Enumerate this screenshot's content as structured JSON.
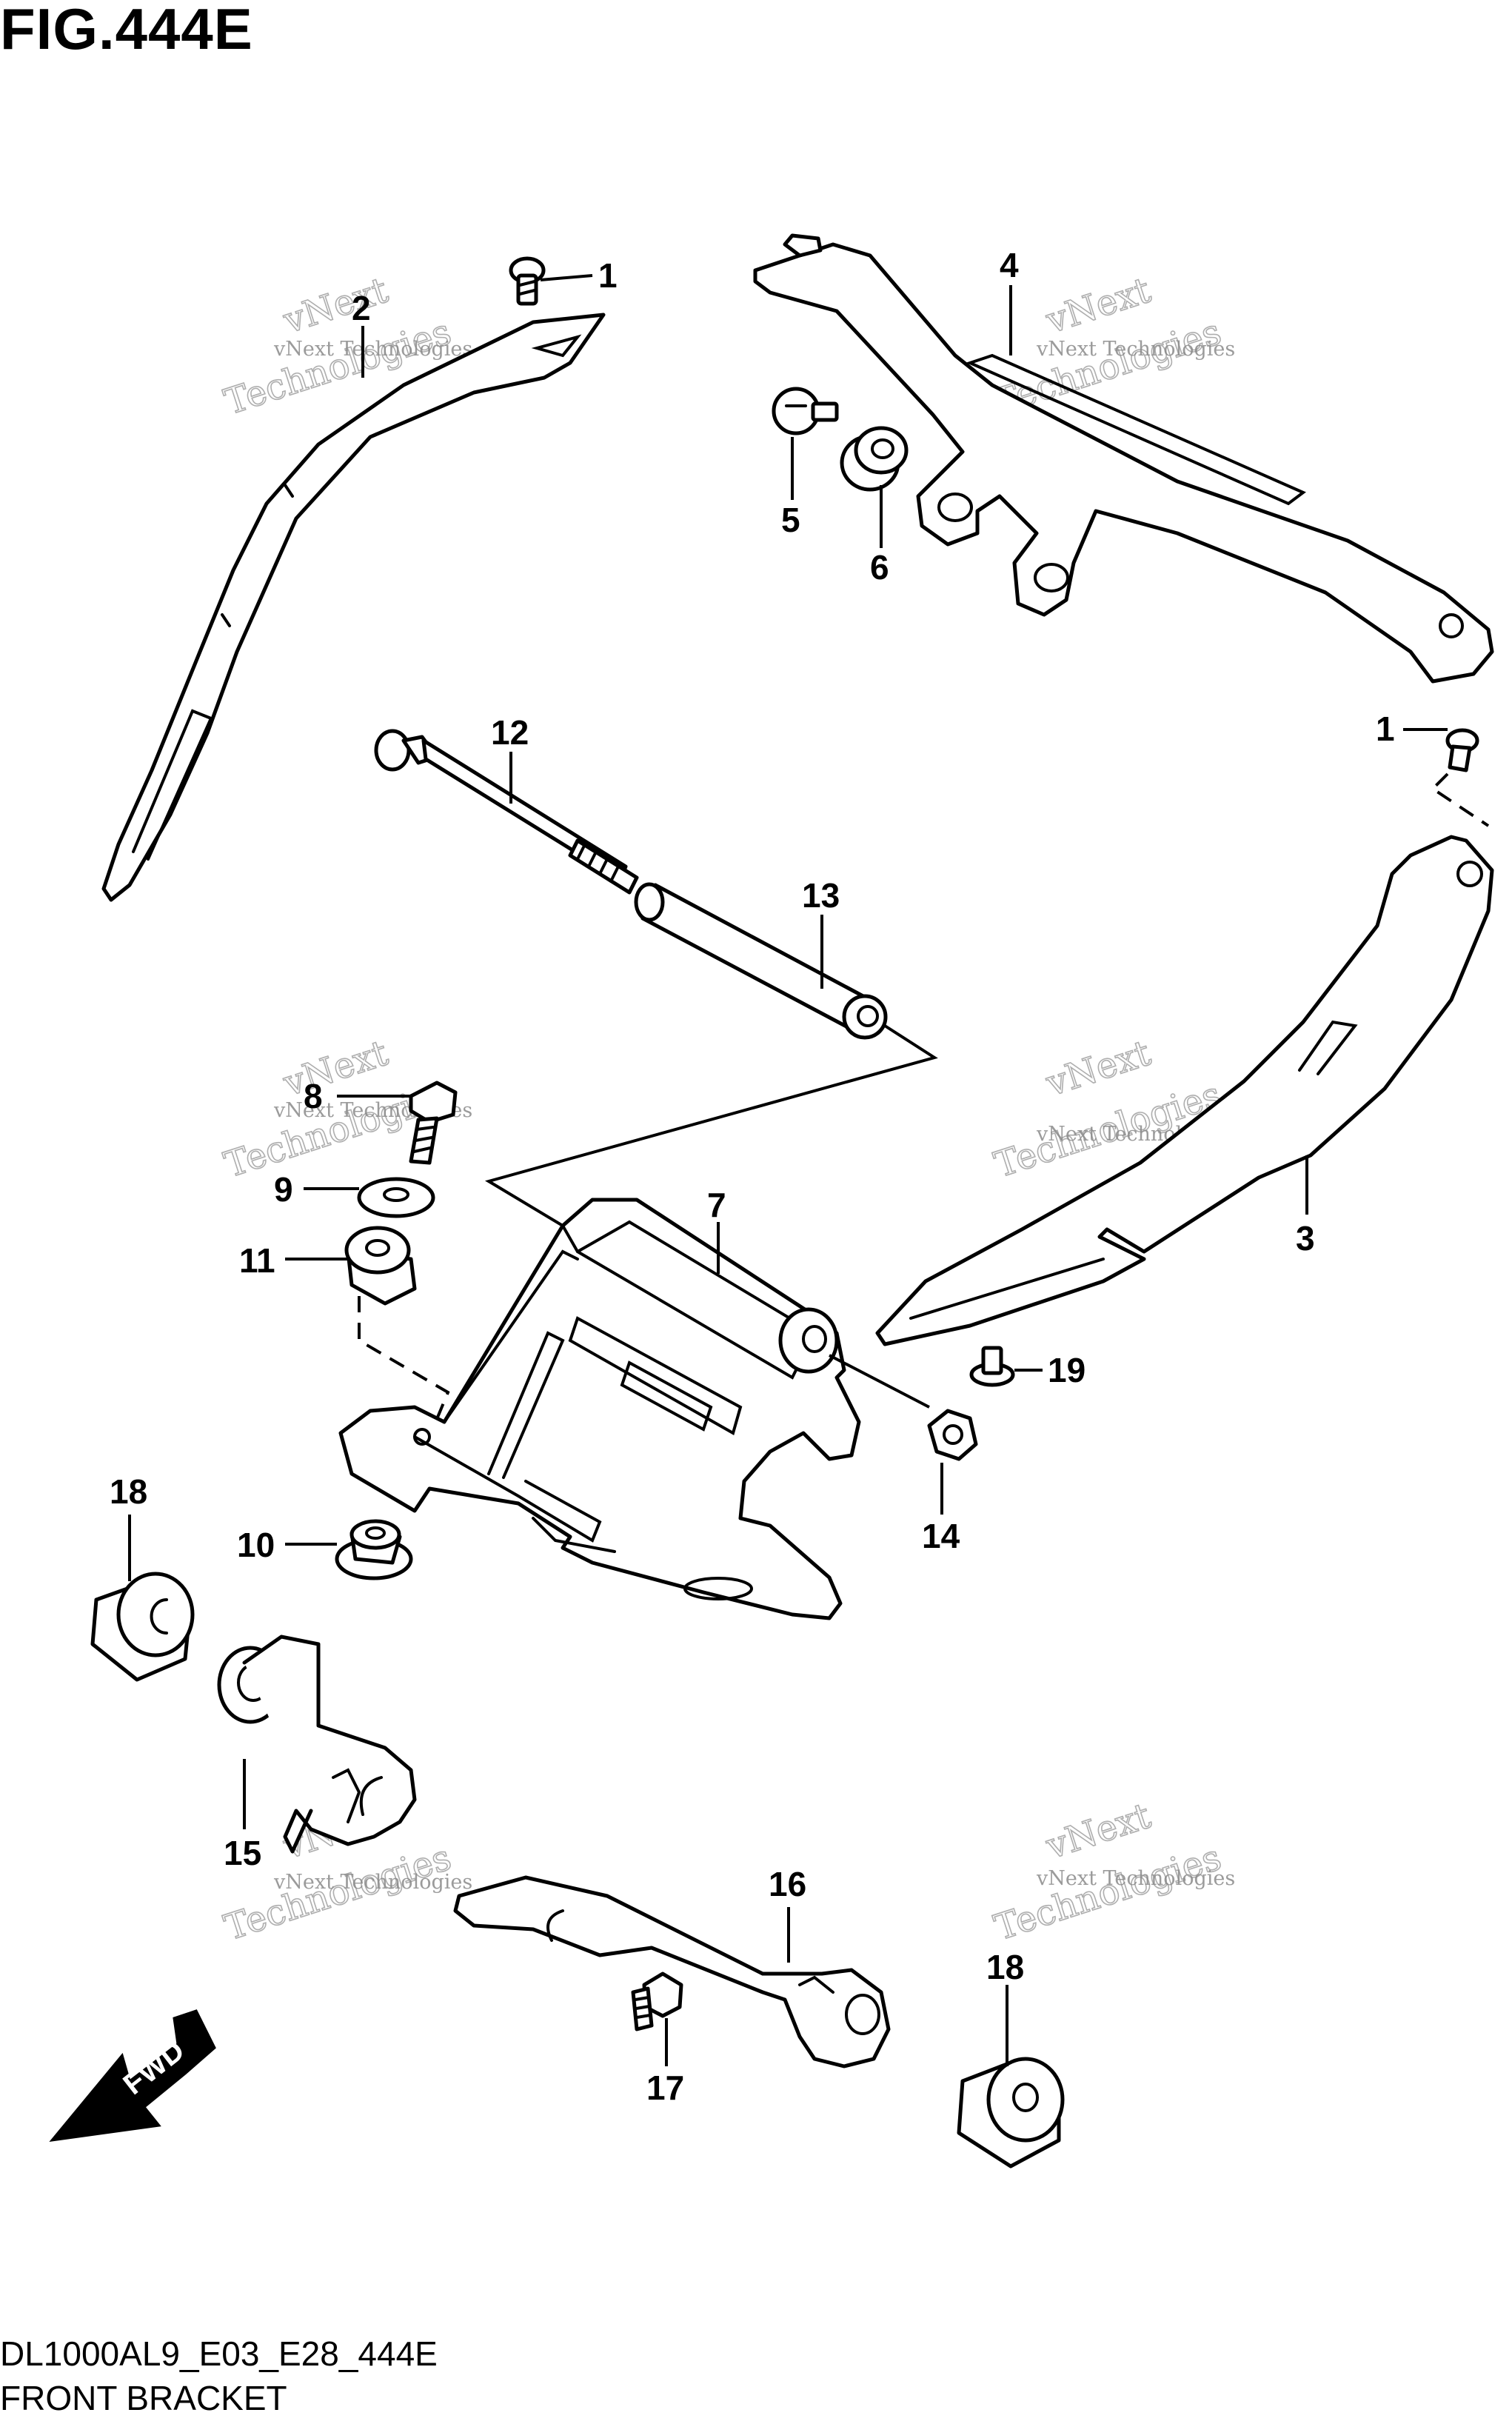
{
  "figure": {
    "title": "FIG.444E",
    "code": "DL1000AL9_E03_E28_444E",
    "name": "FRONT BRACKET"
  },
  "watermark": {
    "line1": "vNext Technologies",
    "line2": "vNext",
    "line3": "Technologies"
  },
  "direction_arrow": {
    "label": "FWD",
    "icon": "forward-arrow-icon"
  },
  "callouts": {
    "c1a": "1",
    "c1b": "1",
    "c2": "2",
    "c3": "3",
    "c4": "4",
    "c5": "5",
    "c6": "6",
    "c7": "7",
    "c8": "8",
    "c9": "9",
    "c10": "10",
    "c11": "11",
    "c12": "12",
    "c13": "13",
    "c14": "14",
    "c15": "15",
    "c16": "16",
    "c17": "17",
    "c18a": "18",
    "c18b": "18",
    "c19": "19"
  }
}
